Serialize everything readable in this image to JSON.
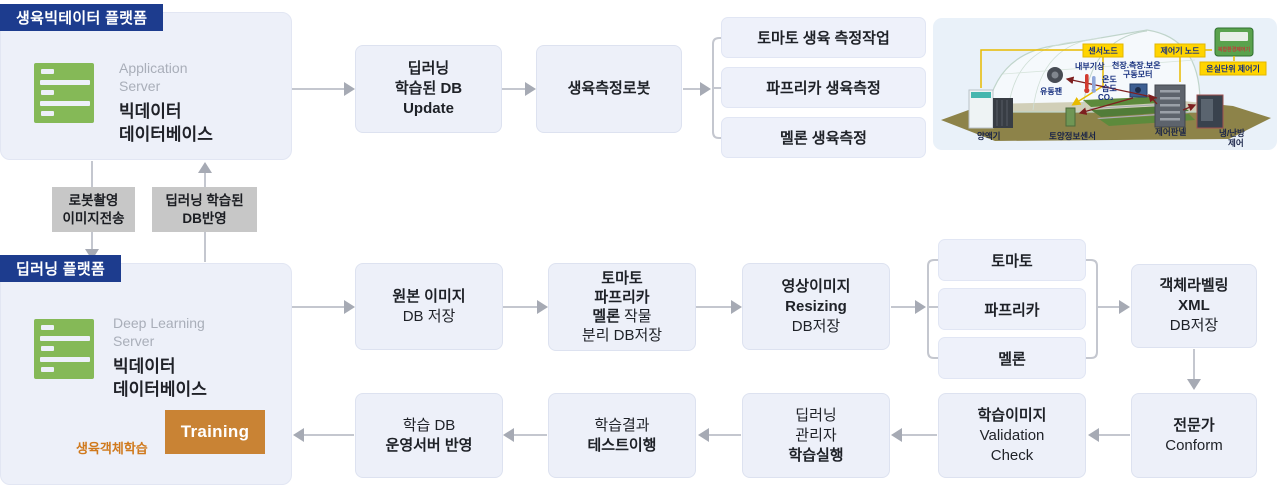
{
  "colors": {
    "navy": "#1d3c8e",
    "box_fill": "#edf0f9",
    "server_green": "#85b957",
    "training_orange": "#c98334",
    "caption_orange": "#d0791c",
    "chip_gray": "#c7c7c7",
    "arrow_gray": "#c4c7cf",
    "arrow_dark": "#4d5b65",
    "label_yellow": "#ffd400"
  },
  "bigdata_platform": {
    "header": "생육빅테이터 플랫폼",
    "server_type_line1": "Application",
    "server_type_line2": "Server",
    "server_name_line1": "빅데이터",
    "server_name_line2": "데이터베이스"
  },
  "deep_platform": {
    "header": "딥러닝 플랫폼",
    "server_type_line1": "Deep Learning",
    "server_type_line2": "Server",
    "server_name_line1": "빅데이터",
    "server_name_line2": "데이터베이스",
    "training": "Training",
    "training_caption": "생육객체학습"
  },
  "connector_chips": {
    "chip1_line1": "로봇촬영",
    "chip1_line2": "이미지전송",
    "chip2_line1": "딥러닝 학습된",
    "chip2_line2": "DB반영"
  },
  "top_flow": {
    "db_update": {
      "l1": "딥러닝",
      "l2": "학습된 DB",
      "l3": "Update"
    },
    "robot": "생육측정로봇",
    "tasks": [
      "토마토 생육 측정작업",
      "파프리카 생육측정",
      "멜론 생육측정"
    ]
  },
  "mid_flow": {
    "original": {
      "l1": "원본 이미지",
      "l2": "DB 저장"
    },
    "separate": {
      "l1": "토마토",
      "l2": "파프리카",
      "l3a": "멜론",
      "l3b": "작물",
      "l4": "분리 DB저장"
    },
    "resizing": {
      "l1": "영상이미지",
      "l2": "Resizing",
      "l3": "DB저장"
    },
    "crops": [
      "토마토",
      "파프리카",
      "멜론"
    ],
    "labeling": {
      "l1": "객체라벨링",
      "l2": "XML",
      "l3": "DB저장"
    }
  },
  "bottom_flow": {
    "expert": {
      "l1": "전문가",
      "l2": "Conform"
    },
    "validation": {
      "l1": "학습이미지",
      "l2": "Validation",
      "l3": "Check"
    },
    "train_exec": {
      "l1": "딥러닝",
      "l2": "관리자",
      "l3": "학습실행"
    },
    "test": {
      "l1": "학습결과",
      "l2": "테스트이행"
    },
    "deploy": {
      "l1": "학습 DB",
      "l2": "운영서버 반영"
    }
  },
  "greenhouse": {
    "sensor_node": "센서노드",
    "controller_node": "제어기 노드",
    "unit_controller": "온실단위 제어기",
    "device_label": "복합환경제어기",
    "inner_weather": "내부기상",
    "motor_l1": "천장.측장.보온",
    "motor_l2": "구동모터",
    "temp": "온도",
    "humid": "습도",
    "co2": "CO₂",
    "fan": "유동팬",
    "nutrient": "양액기",
    "soil_sensor": "토양정보센서",
    "panel": "제어판넬",
    "hvac_l1": "냉/난방",
    "hvac_l2": "제어"
  }
}
